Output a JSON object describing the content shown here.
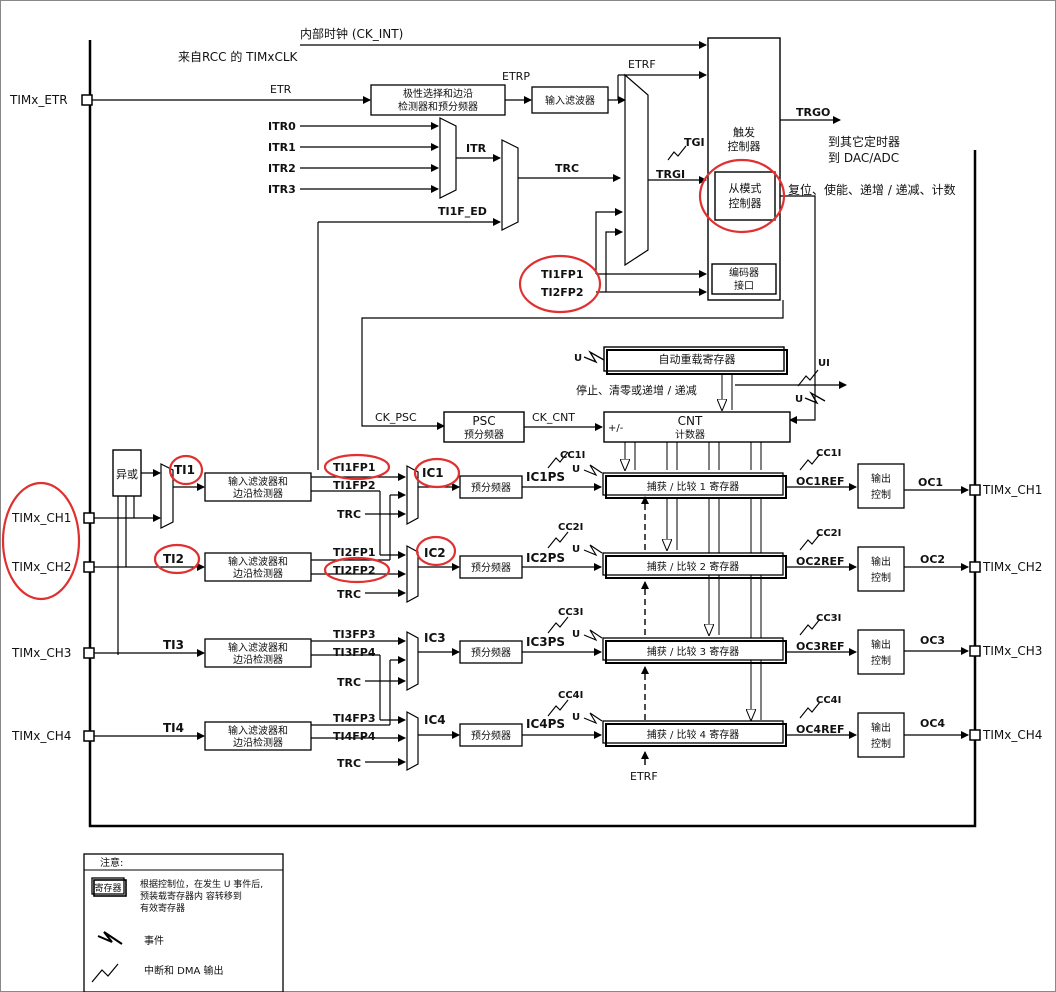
{
  "pins": {
    "etr": "TIMx_ETR",
    "ch1": "TIMx_CH1",
    "ch2": "TIMx_CH2",
    "ch3": "TIMx_CH3",
    "ch4": "TIMx_CH4"
  },
  "clock": {
    "internal": "内部时钟 (CK_INT)",
    "from_rcc": "来自RCC 的 TIMxCLK"
  },
  "signals": {
    "etr": "ETR",
    "etrp": "ETRP",
    "etrf": "ETRF",
    "etrf_bottom": "ETRF",
    "itr0": "ITR0",
    "itr1": "ITR1",
    "itr2": "ITR2",
    "itr3": "ITR3",
    "itr": "ITR",
    "trc": "TRC",
    "tgi": "TGI",
    "trgi": "TRGI",
    "ti1f_ed": "TI1F_ED",
    "ti1fp1_top": "TI1FP1",
    "ti2fp2_top": "TI2FP2",
    "trgo": "TRGO",
    "ck_psc": "CK_PSC",
    "ck_cnt": "CK_CNT",
    "u": "U",
    "ui": "UI",
    "ti1": "TI1",
    "ti2": "TI2",
    "ti3": "TI3",
    "ti4": "TI4",
    "ti1fp1": "TI1FP1",
    "ti1fp2": "TI1FP2",
    "ti2fp1": "TI2FP1",
    "ti2fp2": "TI2FP2",
    "ti3fp3": "TI3FP3",
    "ti3fp4": "TI3FP4",
    "ti4fp3": "TI4FP3",
    "ti4fp4": "TI4FP4",
    "ic1": "IC1",
    "ic2": "IC2",
    "ic3": "IC3",
    "ic4": "IC4",
    "ic1ps": "IC1PS",
    "ic2ps": "IC2PS",
    "ic3ps": "IC3PS",
    "ic4ps": "IC4PS",
    "cc1i": "CC1I",
    "cc2i": "CC2I",
    "cc3i": "CC3I",
    "cc4i": "CC4I",
    "oc1ref": "OC1REF",
    "oc2ref": "OC2REF",
    "oc3ref": "OC3REF",
    "oc4ref": "OC4REF",
    "oc1": "OC1",
    "oc2": "OC2",
    "oc3": "OC3",
    "oc4": "OC4"
  },
  "blocks": {
    "polarity_line1": "极性选择和边沿",
    "polarity_line2": "检测器和预分频器",
    "input_filter": "输入滤波器",
    "trigger_line1": "触发",
    "trigger_line2": "控制器",
    "slave_line1": "从模式",
    "slave_line2": "控制器",
    "encoder_line1": "编码器",
    "encoder_line2": "接口",
    "autoreload": "自动重载寄存器",
    "psc": "PSC",
    "psc_sub": "预分频器",
    "cnt": "CNT",
    "cnt_sub": "计数器",
    "cnt_pm": "+/-",
    "xor": "异或",
    "filter_line1": "输入滤波器和",
    "filter_line2": "边沿检测器",
    "prescaler": "预分频器",
    "cc1": "捕获 / 比较 1 寄存器",
    "cc2": "捕获 / 比较 2 寄存器",
    "cc3": "捕获 / 比较 3 寄存器",
    "cc4": "捕获 / 比较 4 寄存器",
    "out_line1": "输出",
    "out_line2": "控制"
  },
  "annotations": {
    "to_other_timers": "到其它定时器",
    "to_dac_adc": "到 DAC/ADC",
    "slave_functions": "复位、使能、递增 / 递减、计数",
    "counter_ctrl": "停止、清零或递增 / 递减"
  },
  "legend": {
    "title": "注意:",
    "register_box": "寄存器",
    "register_desc_line1": "根据控制位，在发生 U 事件后,",
    "register_desc_line2": "预装载寄存器内 容转移到",
    "register_desc_line3": "有效寄存器",
    "event": "事件",
    "interrupt": "中断和 DMA 输出"
  },
  "highlight_color": "#e03030"
}
